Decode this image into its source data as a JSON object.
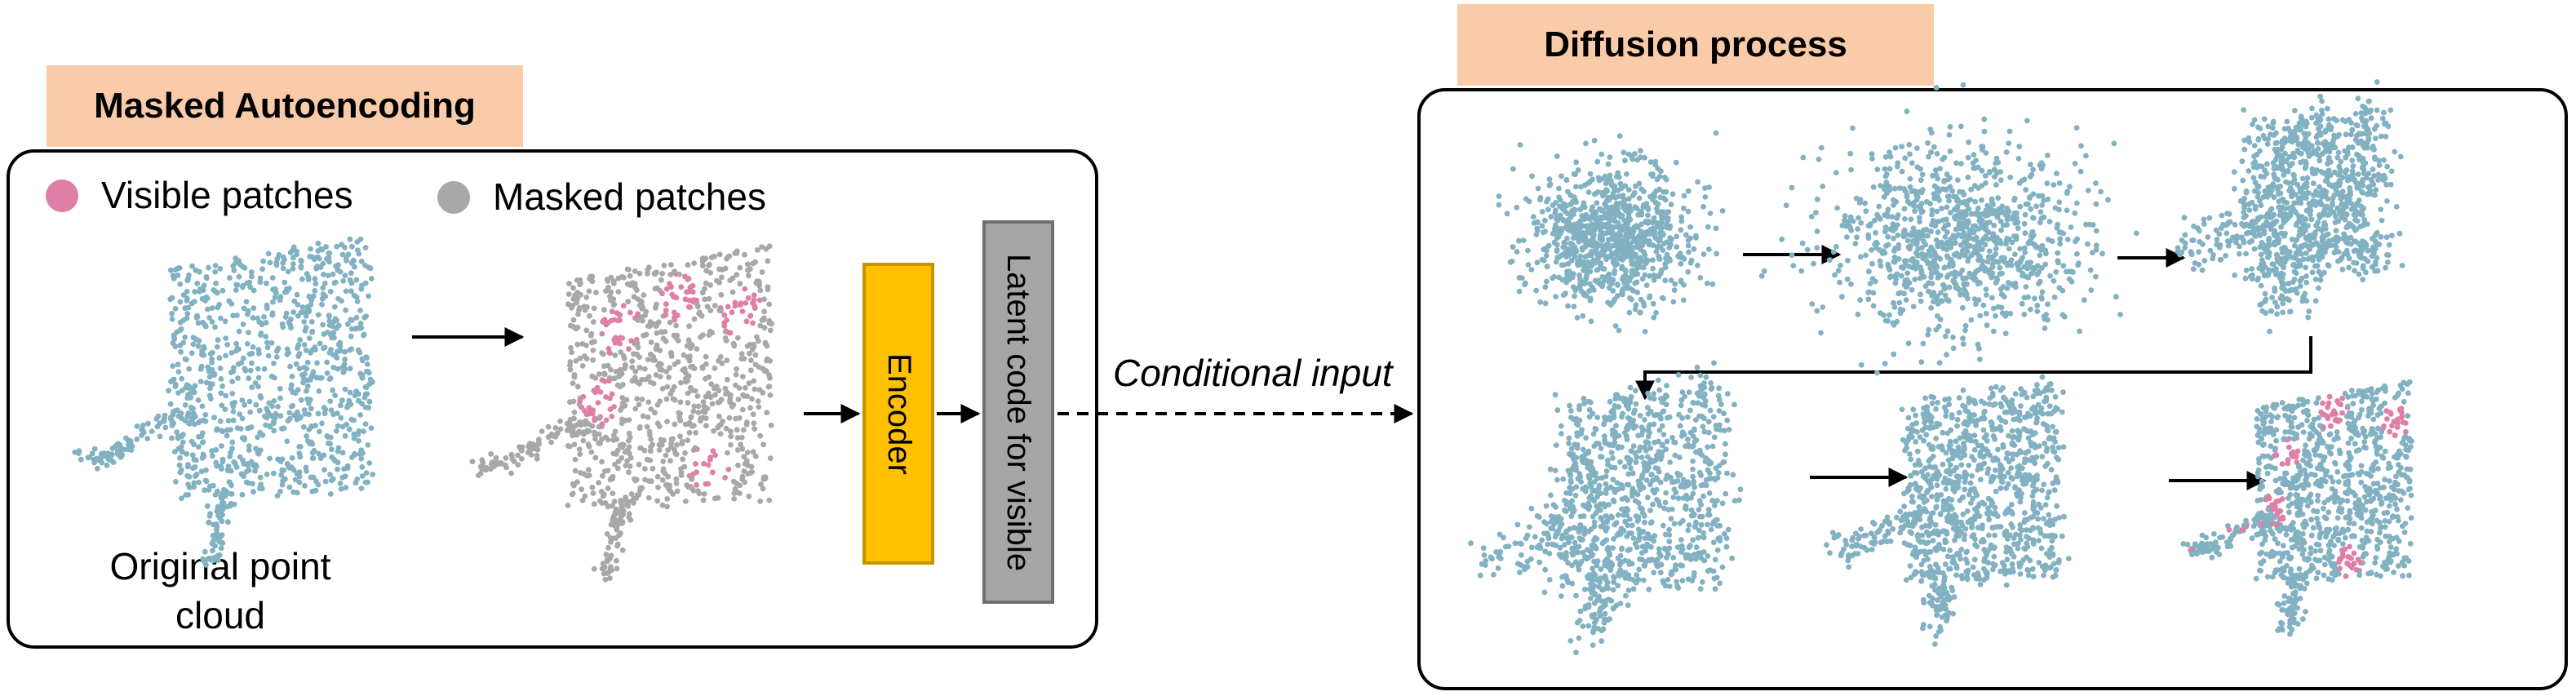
{
  "left_panel": {
    "title": "Masked Autoencoding",
    "legend": {
      "visible_label": "Visible patches",
      "masked_label": "Masked patches"
    },
    "caption": "Original point cloud",
    "encoder_label": "Encoder",
    "latent_label": "Latent code for visible"
  },
  "connector_label": "Conditional input",
  "right_panel": {
    "title": "Diffusion process"
  },
  "colors": {
    "point_blue": "#82b1c2",
    "visible_pink": "#e07fa5",
    "masked_gray": "#a8a8a8",
    "tag_fill": "#f9cba9",
    "encoder_fill": "#ffc000",
    "latent_fill": "#a6a6a6"
  },
  "icons": [
    "arrow-right-icon",
    "arrow-down-icon",
    "dashed-arrow-icon"
  ]
}
